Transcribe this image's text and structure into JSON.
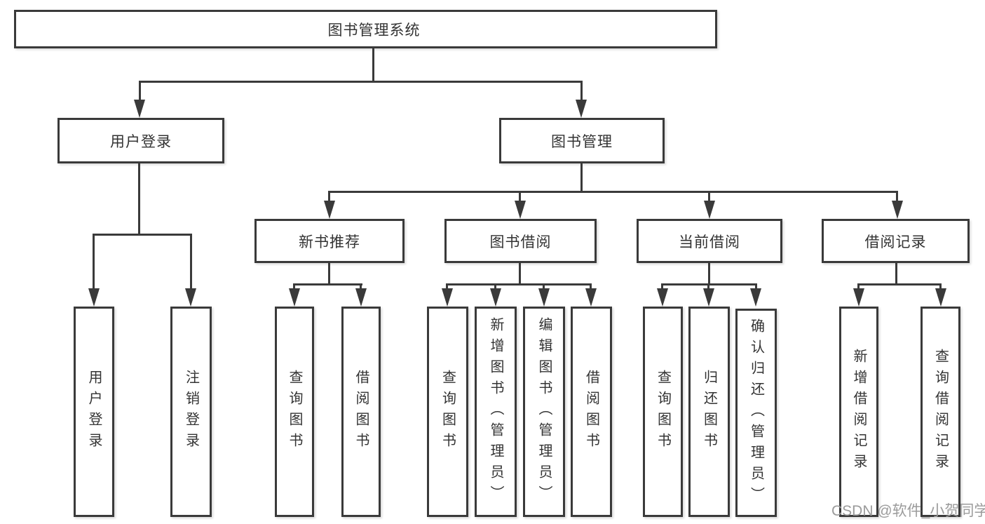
{
  "diagram": {
    "root": {
      "label": "图书管理系统"
    },
    "level2": [
      {
        "id": "user-login",
        "label": "用户登录"
      },
      {
        "id": "book-mgmt",
        "label": "图书管理"
      }
    ],
    "level3": [
      {
        "id": "new-book-rec",
        "label": "新书推荐",
        "parent": "图书管理"
      },
      {
        "id": "book-borrow",
        "label": "图书借阅",
        "parent": "图书管理"
      },
      {
        "id": "current-borrow",
        "label": "当前借阅",
        "parent": "图书管理"
      },
      {
        "id": "borrow-records",
        "label": "借阅记录",
        "parent": "图书管理"
      }
    ],
    "leaves": [
      {
        "label": "用户登录",
        "parent": "用户登录"
      },
      {
        "label": "注销登录",
        "parent": "用户登录"
      },
      {
        "label": "查询图书",
        "parent": "新书推荐"
      },
      {
        "label": "借阅图书",
        "parent": "新书推荐"
      },
      {
        "label": "查询图书",
        "parent": "图书借阅"
      },
      {
        "label": "新增图书（管理员）",
        "parent": "图书借阅"
      },
      {
        "label": "编辑图书（管理员）",
        "parent": "图书借阅"
      },
      {
        "label": "借阅图书",
        "parent": "图书借阅"
      },
      {
        "label": "查询图书",
        "parent": "当前借阅"
      },
      {
        "label": "归还图书",
        "parent": "当前借阅"
      },
      {
        "label": "确认归还（管理员）",
        "parent": "当前借阅"
      },
      {
        "label": "新增借阅记录",
        "parent": "借阅记录"
      },
      {
        "label": "查询借阅记录",
        "parent": "借阅记录"
      }
    ],
    "watermark": {
      "text": "CSDN @软件_小贺同学",
      "color": "#9b9b9b"
    },
    "colors": {
      "line": "#3a3a3a",
      "text": "#333333",
      "box_background": "#ffffff",
      "page_background": "#ffffff"
    }
  }
}
